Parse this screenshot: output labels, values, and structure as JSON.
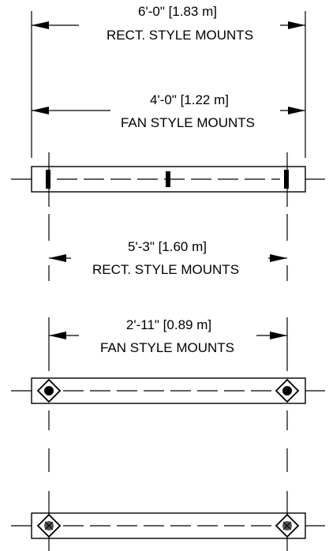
{
  "dimensions": {
    "rect_outer": {
      "value": "6'-0\" [1.83 m]",
      "caption": "RECT. STYLE MOUNTS"
    },
    "fan_outer": {
      "value": "4'-0\" [1.22 m]",
      "caption": "FAN STYLE MOUNTS"
    },
    "rect_inner": {
      "value": "5'-3\" [1.60 m]",
      "caption": "RECT. STYLE MOUNTS"
    },
    "fan_inner": {
      "value": "2'-11\" [0.89 m]",
      "caption": "FAN STYLE MOUNTS"
    }
  }
}
